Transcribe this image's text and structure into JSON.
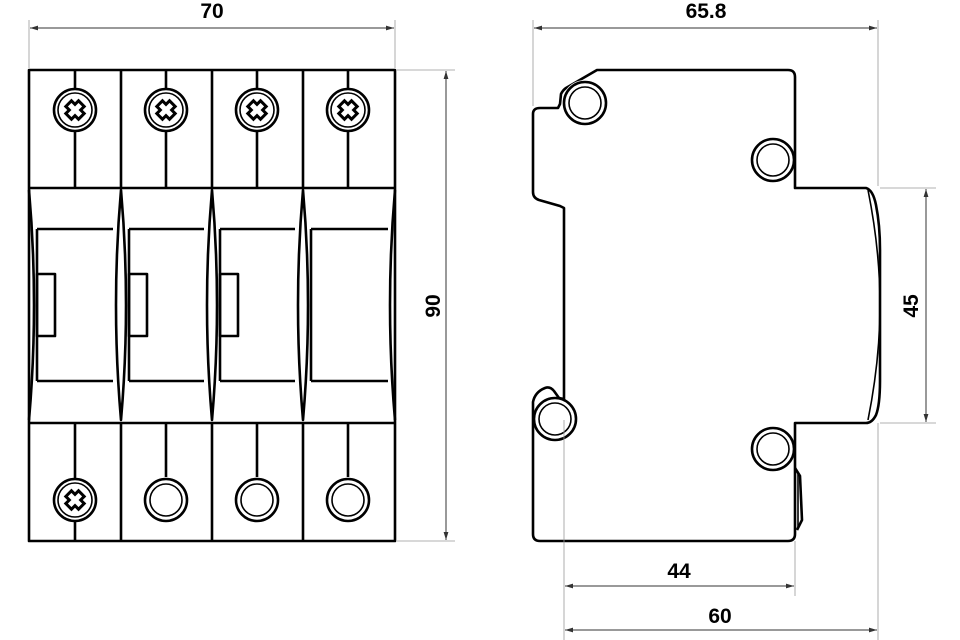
{
  "dimensions": {
    "front_width": "70",
    "front_height": "90",
    "side_depth_total": "65.8",
    "side_front_height": "45",
    "side_depth_44": "44",
    "side_depth_60": "60"
  },
  "poles": 4,
  "colors": {
    "line": "#000000",
    "extension": "#999999"
  }
}
